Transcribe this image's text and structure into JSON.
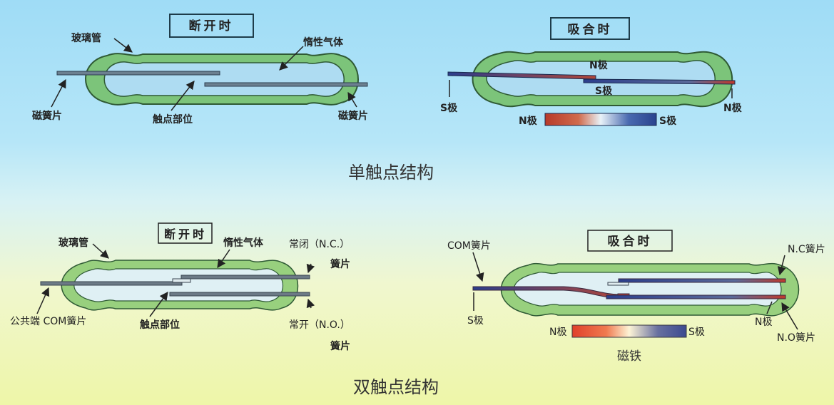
{
  "single_contact": {
    "title": "单触点结构",
    "open": {
      "state_label": "断开时",
      "glass_tube": "玻璃管",
      "inert_gas": "惰性气体",
      "reed_left": "磁簧片",
      "reed_right": "磁簧片",
      "contact_area": "触点部位"
    },
    "closed": {
      "state_label": "吸合时",
      "pole_n_top": "N极",
      "pole_s_bottom": "S极",
      "pole_s_left": "S极",
      "pole_n_right": "N极",
      "magnet_n": "N极",
      "magnet_s": "S极"
    }
  },
  "double_contact": {
    "title": "双触点结构",
    "open": {
      "state_label": "断开时",
      "glass_tube": "玻璃管",
      "inert_gas": "惰性气体",
      "nc_label": "常闭（N.C.）",
      "nc_sub": "簧片",
      "no_label": "常开（N.O.）",
      "no_sub": "簧片",
      "com_label": "公共端 COM簧片",
      "contact_area": "触点部位"
    },
    "closed": {
      "state_label": "吸合时",
      "com_reed": "COM簧片",
      "nc_reed": "N.C簧片",
      "no_reed": "N.O簧片",
      "pole_s_left": "S极",
      "pole_n_right": "N极",
      "magnet_n": "N极",
      "magnet_s": "S极",
      "magnet_caption": "磁铁"
    }
  },
  "colors": {
    "tube_green": "#7cc47a",
    "tube_stroke": "#2f5a35",
    "reed_gray": "#6c7a86",
    "north_red": "#c0392b",
    "south_blue": "#2c3e8c"
  }
}
